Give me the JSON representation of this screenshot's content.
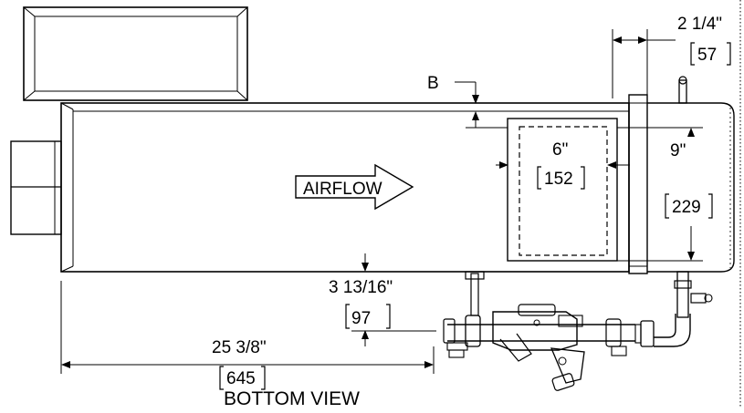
{
  "view_title": "BOTTOM VIEW",
  "airflow_label": "AIRFLOW",
  "callout_b": "B",
  "dims": {
    "flange_width": {
      "imperial": "2 1/4\"",
      "metric": "57"
    },
    "opening_width": {
      "imperial": "6\"",
      "metric": "152"
    },
    "opening_height": {
      "imperial": "9\"",
      "metric": "229"
    },
    "pipe_offset": {
      "imperial": "3 13/16\"",
      "metric": "97"
    },
    "overall_length": {
      "imperial": "25 3/8\"",
      "metric": "645"
    }
  }
}
